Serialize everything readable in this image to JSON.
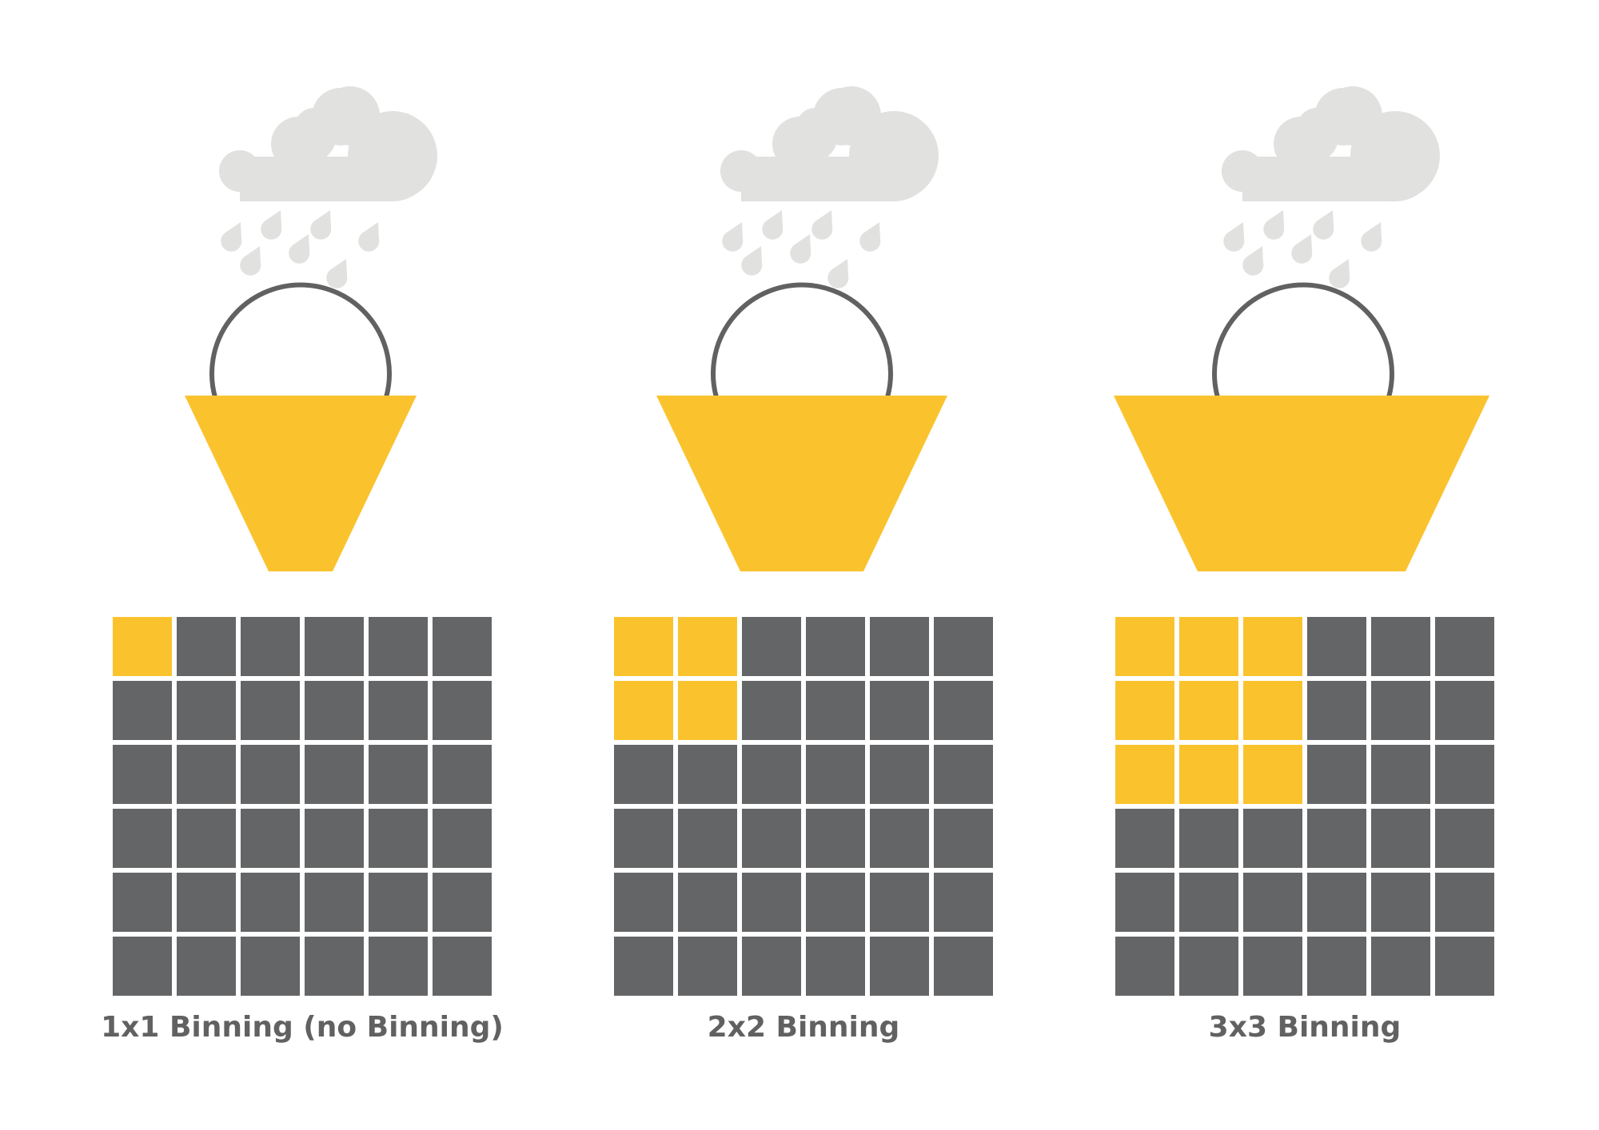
{
  "colors": {
    "background": "#ffffff",
    "cloud": "#e1e1e0",
    "raindrop": "#e1e1e0",
    "handle": "#616161",
    "bucket": "#fac32e",
    "pixel_off": "#646566",
    "pixel_on": "#fac32e"
  },
  "grid": {
    "rows": 6,
    "cols": 6
  },
  "panels": [
    {
      "label": "1x1 Binning (no Binning)",
      "bin_size": 1
    },
    {
      "label": "2x2 Binning",
      "bin_size": 2
    },
    {
      "label": "3x3 Binning",
      "bin_size": 3
    }
  ],
  "icons": [
    "cloud-icon",
    "raindrop-icon",
    "bucket-icon"
  ]
}
